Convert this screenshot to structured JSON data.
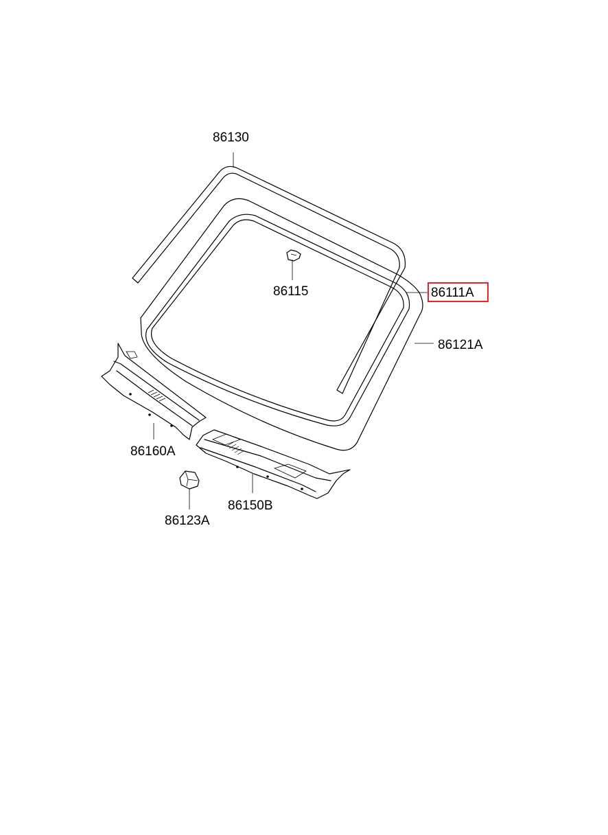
{
  "diagram": {
    "parts": [
      {
        "id": "p130",
        "label": "86130",
        "highlighted": false
      },
      {
        "id": "p115",
        "label": "86115",
        "highlighted": false
      },
      {
        "id": "p111A",
        "label": "86111A",
        "highlighted": true
      },
      {
        "id": "p121A",
        "label": "86121A",
        "highlighted": false
      },
      {
        "id": "p160A",
        "label": "86160A",
        "highlighted": false
      },
      {
        "id": "p150B",
        "label": "86150B",
        "highlighted": false
      },
      {
        "id": "p123A",
        "label": "86123A",
        "highlighted": false
      }
    ],
    "highlight_color": "#e8232a"
  }
}
